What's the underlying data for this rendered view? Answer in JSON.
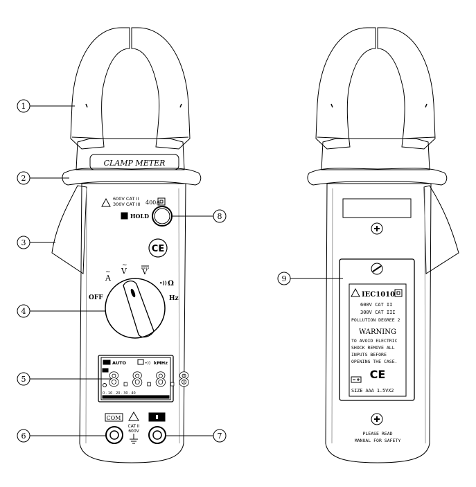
{
  "callouts": [
    "1",
    "2",
    "3",
    "4",
    "5",
    "6",
    "7",
    "8",
    "9"
  ],
  "front": {
    "brand_plate": "CLAMP METER",
    "rating_line1": "600V CAT II",
    "rating_line2": "300V CAT III",
    "current_rating": "400A",
    "hold_label": "HOLD",
    "ce_mark": "CE",
    "dial": {
      "off": "OFF",
      "a_ac": "A",
      "v_ac": "V",
      "v_dc": "V",
      "ohm": "Ω",
      "hz": "Hz"
    },
    "lcd": {
      "auto": "AUTO",
      "khz": "kMHz",
      "digits": "8.8.8.8",
      "scale": "0 · 10 · 20 · 30 · 40"
    },
    "com_label": "COM",
    "cat_line1": "CAT II",
    "cat_line2": "600V"
  },
  "back": {
    "standard": "IEC1010",
    "rating1": "600V  CAT II",
    "rating2": "300V  CAT III",
    "pollution": "POLLUTION DEGREE 2",
    "warning_title": "WARNING",
    "warning_lines": [
      "TO AVOID ELECTRIC",
      "SHOCK REMOVE ALL",
      "INPUTS BEFORE",
      "OPENING THE CASE."
    ],
    "ce_mark": "CE",
    "battery": "SIZE AAA 1.5VX2",
    "bottom_line1": "PLEASE READ",
    "bottom_line2": "MANUAL FOR SAFETY"
  }
}
